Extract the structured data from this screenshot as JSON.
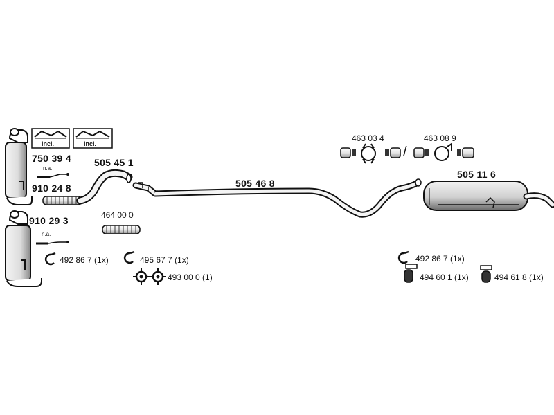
{
  "parts": {
    "catalyst_top": "750 39 4",
    "catalyst_top_note": "n.a.",
    "catalyst_bottom": "910 29 3",
    "catalyst_bottom_note": "n.a.",
    "flex_pipe": "910 24 8",
    "front_pipe": "505 45 1",
    "flex_tube": "464 00 0",
    "middle_pipe": "505 46 8",
    "rear_muffler": "505 11 6",
    "clamp_set_a": "463 03 4",
    "clamp_set_b": "463 08 9",
    "clip_front": "492 86 7 (1x)",
    "clip_middle": "495 67 7 (1x)",
    "gasket_set": "493 00 0 (1)",
    "clip_rear": "492 86 7  (1x)",
    "rubber_mount_a": "494 60 1 (1x)",
    "rubber_mount_b": "494 61 8 (1x)",
    "incl_label_1": "incl.",
    "incl_label_2": "incl.",
    "slash": "/"
  },
  "colors": {
    "ink": "#111111",
    "metal": "#cfcfcf",
    "dark": "#3a3a3a",
    "light": "#f2f2f2"
  }
}
